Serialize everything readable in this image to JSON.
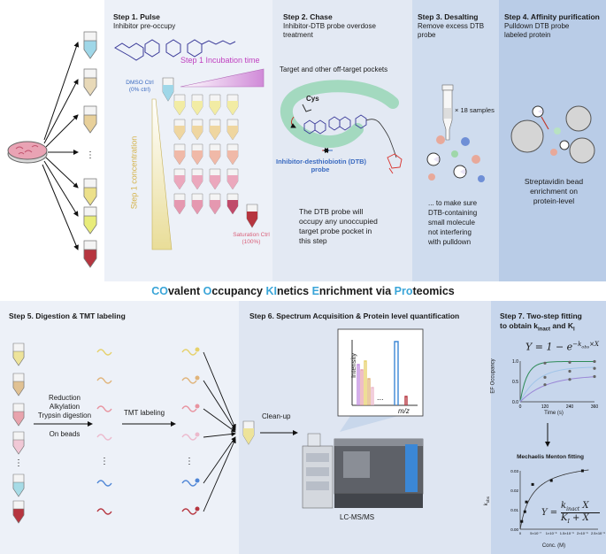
{
  "step1": {
    "heading": "Step 1. Pulse",
    "sub": "Inhibitor pre-occupy",
    "incubation": "Step 1 Incubation time",
    "dmso": "DMSO Ctrl",
    "dmso_sub": "(0% ctrl)",
    "concentration": "Step 1 concentration",
    "saturation": "Saturation Ctrl",
    "saturation_sub": "(100%)"
  },
  "step2": {
    "heading": "Step 2. Chase",
    "sub1": "Inhibitor-DTB probe overdose",
    "sub2": "treatment",
    "target": "Target and other off-target pockets",
    "cys": "Cys",
    "probe1": "Inhibitor-desthiobiotin (DTB)",
    "probe2": "probe",
    "desc1": "The DTB probe will",
    "desc2": "occupy any unoccupied",
    "desc3": "target probe pocket in",
    "desc4": "this step"
  },
  "step3": {
    "heading": "Step 3. Desalting",
    "sub1": "Remove excess DTB",
    "sub2": "probe",
    "samples": "× 18 samples",
    "desc1": "... to make sure",
    "desc2": "DTB-containing",
    "desc3": "small molecule",
    "desc4": "not interfering",
    "desc5": "with pulldown"
  },
  "step4": {
    "heading": "Step 4. Affinity purification",
    "sub1": "Pulldown DTB probe",
    "sub2": "labeled protein",
    "desc1": "Streptavidin bead",
    "desc2": "enrichment on",
    "desc3": "protein-level"
  },
  "title": {
    "p1": "CO",
    "p2": "valent ",
    "p3": "O",
    "p4": "ccupancy ",
    "p5": "KI",
    "p6": "netics ",
    "p7": "E",
    "p8": "nrichment via ",
    "p9": "Pro",
    "p10": "teomics"
  },
  "step5": {
    "heading": "Step 5. Digestion & TMT labeling",
    "r1": "Reduction",
    "r2": "Alkylation",
    "r3": "Trypsin digestion",
    "r4": "On beads",
    "tmt": "TMT labeling"
  },
  "step6": {
    "heading": "Step 6. Spectrum Acquisition & Protein level quantification",
    "cleanup": "Clean-up",
    "intensity": "Intensity",
    "mz": "m/z",
    "ellipsis": "...",
    "lcms": "LC-MS/MS"
  },
  "step7": {
    "heading1": "Step 7. Two-step fitting",
    "heading2": "to obtain k",
    "heading2_sub": "inact",
    "heading2_tail": " and K",
    "heading2_sub2": "I",
    "eq1": "Y = 1 − e",
    "eq1_sup": "−k",
    "eq1_sup2": "obs",
    "eq1_tail": "×X",
    "ylabel1": "EF Occupancy",
    "yt": [
      "0.0",
      "0.5",
      "1.0"
    ],
    "xt": [
      "0",
      "120",
      "240",
      "360"
    ],
    "xlabel1": "Time (s)",
    "mm": "Mechaelis Menton fitting",
    "kobs": "k",
    "kobs_sub": "obs",
    "y2t": [
      "0.00",
      "0.01",
      "0.02",
      "0.03"
    ],
    "x2t": [
      "0",
      "5×10⁻⁷",
      "1×10⁻⁶",
      "1.5×10⁻⁶",
      "2×10⁻⁶",
      "2.5×10⁻⁶"
    ],
    "xlabel2": "Conc. (M)",
    "eq2_num": "k",
    "eq2_num_sub": "inact",
    "eq2_num_tail": " X",
    "eq2_den": "K",
    "eq2_den_sub": "I",
    "eq2_den_tail": " + X",
    "eq2_lhs": "Y ="
  },
  "colors": {
    "dark": "#1a1a1a",
    "cyan": "#3aa5d8",
    "pink": "#d9607a",
    "gold": "#d4b24a",
    "green": "#2e8b57"
  },
  "chart_data": [
    {
      "type": "line",
      "xlabel": "Time (s)",
      "ylabel": "EF Occupancy",
      "xlim": [
        0,
        360
      ],
      "ylim": [
        0,
        1.0
      ],
      "series": [
        {
          "x": [
            0,
            120,
            240,
            360
          ],
          "y": [
            0,
            0.95,
            0.97,
            0.99
          ]
        },
        {
          "x": [
            0,
            120,
            240,
            360
          ],
          "y": [
            0,
            0.6,
            0.75,
            0.82
          ]
        },
        {
          "x": [
            0,
            120,
            240,
            360
          ],
          "y": [
            0,
            0.42,
            0.55,
            0.62
          ]
        }
      ]
    },
    {
      "type": "scatter",
      "title": "Mechaelis Menton fitting",
      "xlabel": "Conc. (M)",
      "ylim": [
        0,
        0.03
      ],
      "series": [
        {
          "x": [
            5e-08,
            1.5e-07,
            2e-07,
            4e-07,
            1e-06,
            2e-06
          ],
          "y": [
            0.004,
            0.009,
            0.014,
            0.023,
            0.025,
            0.03
          ]
        }
      ]
    }
  ]
}
